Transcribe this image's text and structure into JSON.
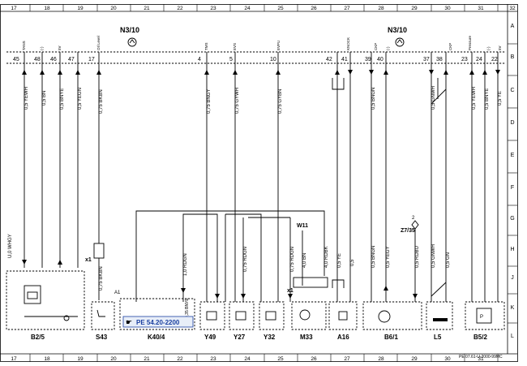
{
  "title": "Wiring diagram",
  "grid": {
    "columns": [
      "17",
      "18",
      "19",
      "20",
      "21",
      "22",
      "23",
      "24",
      "25",
      "26",
      "27",
      "28",
      "29",
      "30",
      "31",
      "32"
    ],
    "rows": [
      "A",
      "B",
      "C",
      "D",
      "E",
      "F",
      "G",
      "H",
      "J",
      "K",
      "L"
    ]
  },
  "module": {
    "name": "N3/10",
    "pins": [
      "45",
      "48",
      "46",
      "47",
      "17",
      "4",
      "5",
      "10",
      "42",
      "41",
      "39",
      "40",
      "37",
      "38",
      "23",
      "24",
      "22"
    ],
    "pin_labels": [
      "TANS",
      "(-)",
      "5V",
      "OIl Level",
      "TMS",
      "EVS",
      "EVPU",
      "KNOCK",
      "CKP",
      "(-)",
      "CKP",
      "Pressure",
      "(-)",
      "5V"
    ]
  },
  "wires_top": [
    "0,5 YEWH",
    "0,5 BN",
    "0,5 BNYE",
    "0,5 YEGN",
    "0,75 BKBN",
    "0,75 BNGY",
    "0,75 GYWH",
    "0,75 GYBN",
    "0,5 BNGN",
    "0,5 GNWH",
    "0,5 YEWH",
    "0,5 BNYE",
    "0,5 YE"
  ],
  "wires_bottom": [
    "0,75 BKBN",
    "1,0 RDGN",
    "0,75 RDGN",
    "0,75 RDGN",
    "4,0 BN",
    "4,0 RDBK",
    "0,5 YE",
    "0,5",
    "0,5 BNGN",
    "0,5 YEGY",
    "0,5 RDBU",
    "0,5 GNWH",
    "0,5 GN"
  ],
  "misc_labels": {
    "u_wire": "U,0 WHGY",
    "w11": "W11",
    "z7": "Z7/35",
    "z7_pin": "2",
    "x1_left": "x1",
    "x1_mid": "x1",
    "a1": "A1",
    "k40_wire": "0,35 BNYE"
  },
  "components": [
    "B2/5",
    "S43",
    "K40/4",
    "Y49",
    "Y27",
    "Y32",
    "M33",
    "A16",
    "B6/1",
    "L5",
    "B5/2"
  ],
  "reference_box": "PE  54.20-2200",
  "ref_icon": "pointing-hand-icon",
  "footer": "PE 07.61-U-2000-99MC",
  "colors": {
    "line": "#000000",
    "highlight": "#1a3fa0"
  }
}
